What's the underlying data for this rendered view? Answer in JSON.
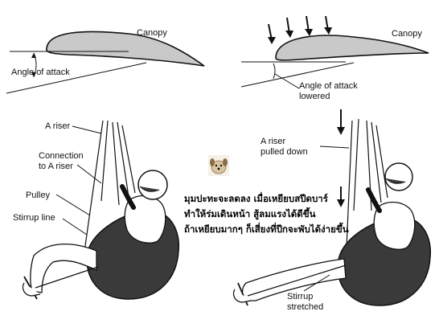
{
  "top_left": {
    "canopy_label": "Canopy",
    "angle_label": "Angle of attack"
  },
  "top_right": {
    "canopy_label": "Canopy",
    "angle_label_line1": "Angle of attack",
    "angle_label_line2": "lowered"
  },
  "bottom_left": {
    "riser_label": "A riser",
    "connection_line1": "Connection",
    "connection_line2": "to A riser",
    "pulley_label": "Pulley",
    "stirrup_label": "Stirrup line"
  },
  "bottom_right": {
    "riser_line1": "A riser",
    "riser_line2": "pulled down",
    "stirrup_line1": "Stirrup",
    "stirrup_line2": "stretched"
  },
  "thai_caption": {
    "line1": "มุมปะทะจะลดลง เมื่อเหยียบสปีดบาร์",
    "line2": "ทำให้ร่มเดินหน้า สู้ลมแรงได้ดีขึ้น",
    "line3": "ถ้าเหยียบมากๆ ก็เสี่ยงที่ปีกจะพับได้ง่ายขึ้น"
  },
  "colors": {
    "canopy_fill": "#c9c9c9",
    "pod_fill": "#3a3a3a",
    "ink": "#111111"
  },
  "icons": [
    "down-arrow-icon",
    "dog-logo"
  ]
}
